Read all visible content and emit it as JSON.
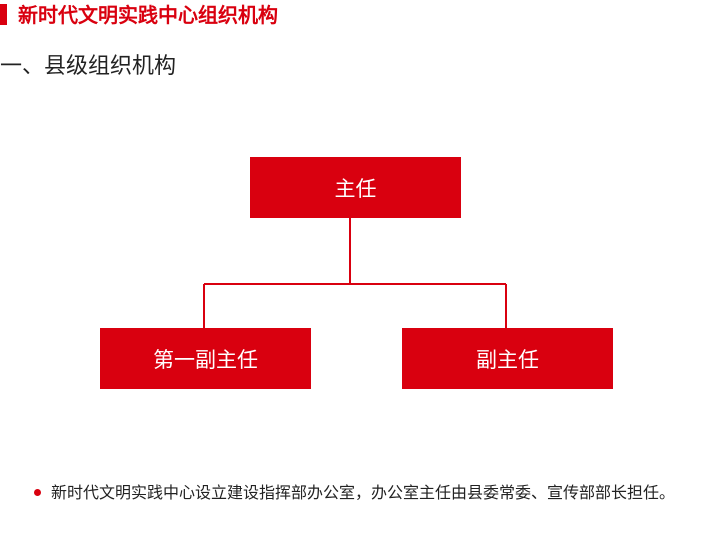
{
  "header": {
    "title": "新时代文明实践中心组织机构"
  },
  "section": {
    "title": "一、县级组织机构"
  },
  "org_chart": {
    "root": {
      "label": "主任"
    },
    "children": [
      {
        "label": "第一副主任"
      },
      {
        "label": "副主任"
      }
    ]
  },
  "note": {
    "text": "新时代文明实践中心设立建设指挥部办公室，办公室主任由县委常委、宣传部部长担任。"
  },
  "colors": {
    "accent": "#d9000f"
  }
}
